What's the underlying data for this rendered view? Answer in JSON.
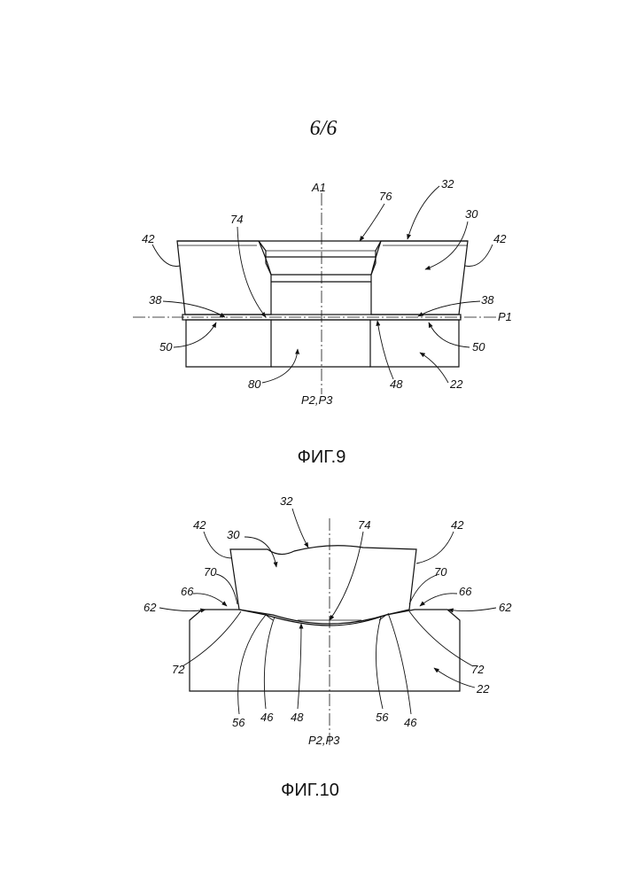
{
  "page_number": "6/6",
  "fig9": {
    "caption": "ФИГ.9",
    "labels": {
      "a1": "A1",
      "n76": "76",
      "n32": "32",
      "n74": "74",
      "n30": "30",
      "n42_left": "42",
      "n42_right": "42",
      "n38_left": "38",
      "n38_right": "38",
      "p1": "P1",
      "n50_left": "50",
      "n50_right": "50",
      "n80": "80",
      "n48": "48",
      "n22": "22",
      "p2p3": "P2,P3"
    }
  },
  "fig10": {
    "caption": "ФИГ.10",
    "labels": {
      "n32": "32",
      "n42_left": "42",
      "n42_right": "42",
      "n30": "30",
      "n74": "74",
      "n70_left": "70",
      "n70_right": "70",
      "n66_left": "66",
      "n66_right": "66",
      "n62_left": "62",
      "n62_right": "62",
      "n72_left": "72",
      "n72_right": "72",
      "n22": "22",
      "n56_left": "56",
      "n56_right": "56",
      "n46_left": "46",
      "n46_right": "46",
      "n48": "48",
      "p2p3": "P2,P3"
    }
  }
}
